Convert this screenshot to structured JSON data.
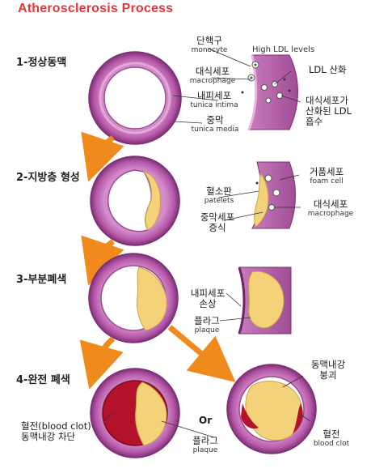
{
  "title": "Atherosclerosis Process",
  "stages": [
    {
      "label": "1-정상동맥"
    },
    {
      "label": "2-지방층 형성"
    },
    {
      "label": "3-부분폐색"
    },
    {
      "label": "4-완전 폐색"
    }
  ],
  "labels": {
    "monocyte_kr": "단핵구",
    "monocyte_en": "monocyte",
    "high_ldl": "High LDL levels",
    "macrophage_kr": "대식세포",
    "macrophage_en": "macrophage",
    "ldl_oxidation": "LDL 산화",
    "intima_kr": "내피세포",
    "intima_en": "tunica intima",
    "macrophage_absorb_line1": "대식세포가",
    "macrophage_absorb_line2": "산화된 LDL",
    "macrophage_absorb_line3": "흡수",
    "media_kr": "중막",
    "media_en": "tunica media",
    "foam_kr": "거품세포",
    "foam_en": "foam cell",
    "platelets_kr": "혈소판",
    "platelets_en": "patelets",
    "macrophage2_kr": "대식세포",
    "macrophage2_en": "macrophage",
    "smc_line1": "중막세포",
    "smc_line2": "증식",
    "endo_damage_line1": "내피세포",
    "endo_damage_line2": "손상",
    "plaque_kr": "플라그",
    "plaque_en": "plaque",
    "rupture_line1": "동맥내강",
    "rupture_line2": "붕괴",
    "clot_line1": "혈전(blood clot)",
    "clot_line2": "동맥내강 차단",
    "or": "Or",
    "plaque2_kr": "플라그",
    "plaque2_en": "plaque",
    "clot2_kr": "혈전",
    "clot2_en": "blood clot"
  },
  "colors": {
    "title": "#e33838",
    "artery_wall": "#c06ab4",
    "artery_wall_dark": "#8e3b86",
    "plaque": "#f4d27a",
    "clot": "#b3122a",
    "arrow": "#f08a1c"
  }
}
